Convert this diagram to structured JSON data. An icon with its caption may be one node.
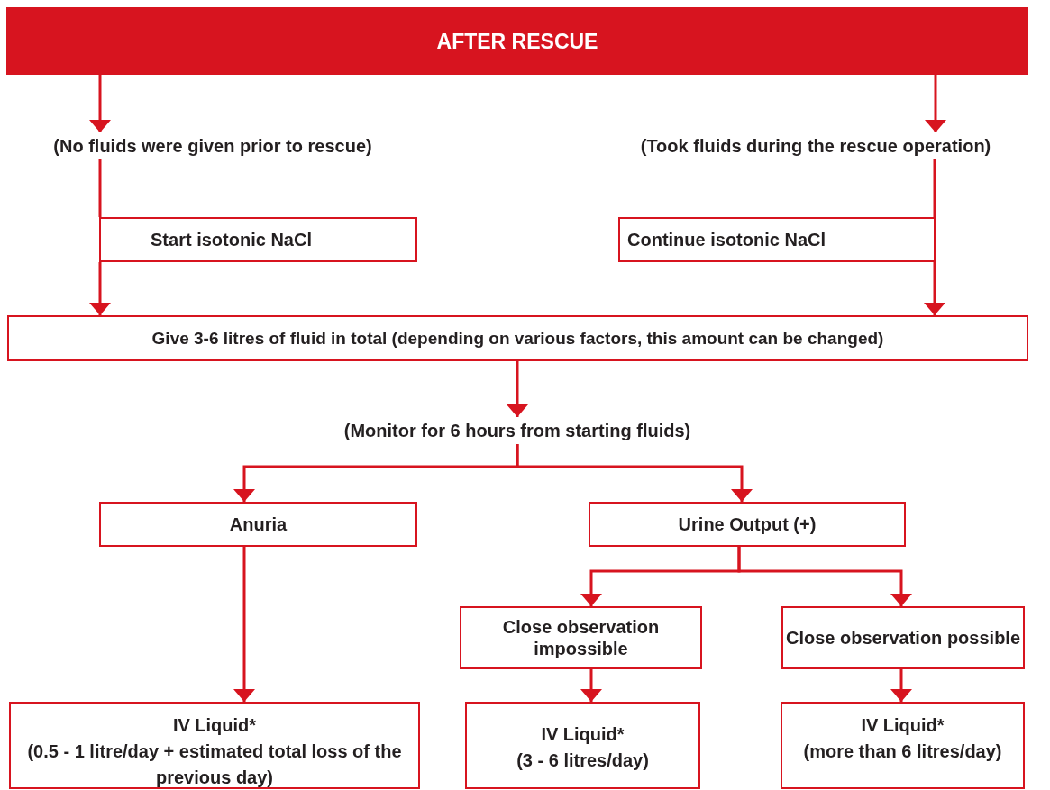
{
  "diagram": {
    "nodes": [
      {
        "text": [
          "AFTER RESCUE"
        ]
      },
      {
        "text": [
          "(No fluids were given prior to rescue)"
        ]
      },
      {
        "text": [
          "(Took fluids during the rescue operation)"
        ]
      },
      {
        "text": [
          "Start isotonic NaCl"
        ]
      },
      {
        "text": [
          "Continue isotonic NaCl"
        ]
      },
      {
        "text": [
          "Give 3-6 litres of fluid in total (depending on various factors, this amount can be changed)"
        ]
      },
      {
        "text": [
          "(Monitor for 6 hours from starting fluids)"
        ]
      },
      {
        "text": [
          "Anuria"
        ]
      },
      {
        "text": [
          "Urine Output (+)"
        ]
      },
      {
        "text": [
          "Close observation impossible"
        ]
      },
      {
        "text": [
          "Close observation possible"
        ]
      },
      {
        "text": [
          "IV Liquid*",
          "(0.5 - 1 litre/day + estimated total loss of the previous day)"
        ]
      },
      {
        "text": [
          "IV Liquid*",
          "(3 - 6 litres/day)"
        ]
      },
      {
        "text": [
          "IV Liquid*",
          "(more than 6 litres/day)"
        ]
      }
    ],
    "edges": [
      {
        "from": 0,
        "to": 1,
        "arrow": "to"
      },
      {
        "from": 0,
        "to": 2,
        "arrow": "to"
      },
      {
        "from": 1,
        "to": 3,
        "arrow": "none"
      },
      {
        "from": 3,
        "to": 5,
        "arrow": "to"
      },
      {
        "from": 2,
        "to": 4,
        "arrow": "none"
      },
      {
        "from": 4,
        "to": 5,
        "arrow": "to"
      },
      {
        "from": 5,
        "to": 6,
        "arrow": "to"
      },
      {
        "from": 6,
        "to": 7,
        "arrow": "to"
      },
      {
        "from": 6,
        "to": 8,
        "arrow": "to"
      },
      {
        "from": 7,
        "to": 11,
        "arrow": "to"
      },
      {
        "from": 8,
        "to": 9,
        "arrow": "to"
      },
      {
        "from": 8,
        "to": 10,
        "arrow": "to"
      },
      {
        "from": 9,
        "to": 12,
        "arrow": "to"
      },
      {
        "from": 10,
        "to": 13,
        "arrow": "to"
      }
    ]
  }
}
